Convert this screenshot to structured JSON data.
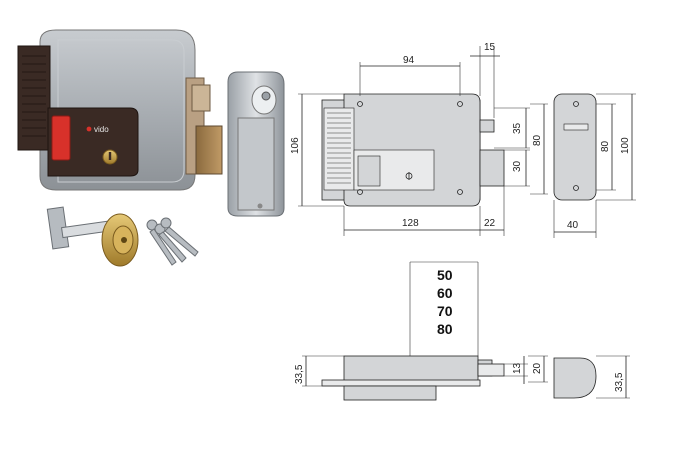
{
  "product": {
    "brand_badge": "vido"
  },
  "front_view": {
    "dims": {
      "top_width": "94",
      "top_offset": "15",
      "height_total": "106",
      "bolt_upper": "35",
      "bolt_lower": "30",
      "body_height": "80",
      "base_width": "128",
      "bolt_projection": "22"
    }
  },
  "side_view": {
    "dims": {
      "inner_height": "80",
      "outer_height": "100",
      "depth": "40"
    }
  },
  "bottom_view": {
    "backset_options": [
      "50",
      "60",
      "70",
      "80"
    ],
    "dims": {
      "left_thickness": "33,5",
      "bolt_thickness": "13",
      "bolt_offset": "20",
      "keeper_thickness": "33,5"
    }
  },
  "colors": {
    "lock_body": "#a9aeb3",
    "cover_dark": "#3a2a24",
    "button_red": "#d8312a",
    "brass": "#c9a24a",
    "drawing_fill": "#d3d5d7"
  }
}
